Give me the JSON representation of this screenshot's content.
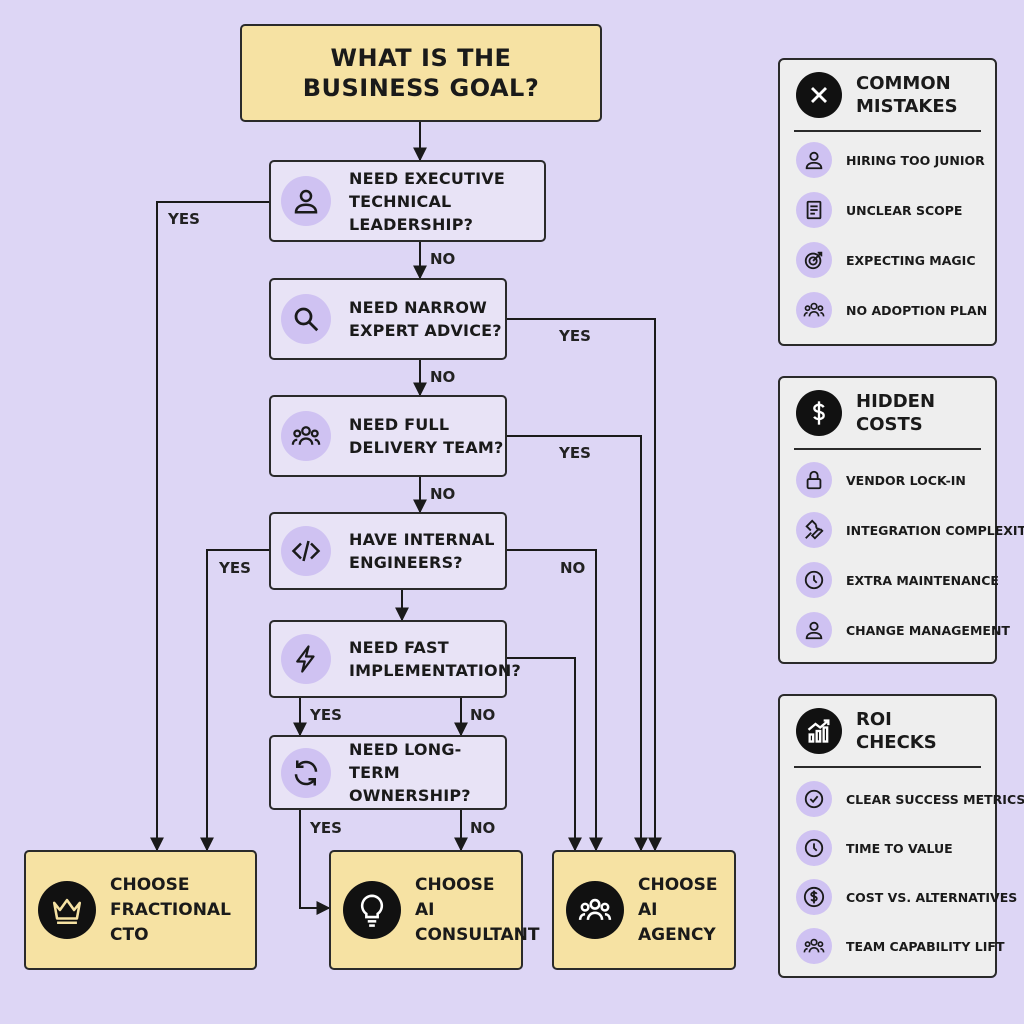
{
  "start": {
    "line1": "WHAT IS THE",
    "line2": "BUSINESS GOAL?"
  },
  "questions": [
    {
      "line1": "NEED EXECUTIVE",
      "line2": "TECHNICAL LEADERSHIP?",
      "icon": "person-icon"
    },
    {
      "line1": "NEED NARROW",
      "line2": "EXPERT ADVICE?",
      "icon": "search-icon"
    },
    {
      "line1": "NEED FULL",
      "line2": "DELIVERY TEAM?",
      "icon": "team-icon"
    },
    {
      "line1": "HAVE INTERNAL",
      "line2": "ENGINEERS?",
      "icon": "code-icon"
    },
    {
      "line1": "NEED FAST",
      "line2": "IMPLEMENTATION?",
      "icon": "lightning-icon"
    },
    {
      "line1": "NEED LONG-TERM",
      "line2": "OWNERSHIP?",
      "icon": "refresh-icon"
    }
  ],
  "outcomes": [
    {
      "line1": "CHOOSE",
      "line2": "FRACTIONAL CTO",
      "icon": "crown-icon"
    },
    {
      "line1": "CHOOSE",
      "line2": "AI CONSULTANT",
      "icon": "lightbulb-icon"
    },
    {
      "line1": "CHOOSE",
      "line2": "AI AGENCY",
      "icon": "team-icon"
    }
  ],
  "edge_labels": {
    "yes": "YES",
    "no": "NO"
  },
  "panels": [
    {
      "title1": "COMMON",
      "title2": "MISTAKES",
      "icon": "x-icon",
      "items": [
        {
          "label": "HIRING TOO JUNIOR",
          "icon": "person-icon"
        },
        {
          "label": "UNCLEAR SCOPE",
          "icon": "document-icon"
        },
        {
          "label": "EXPECTING MAGIC",
          "icon": "target-icon"
        },
        {
          "label": "NO ADOPTION PLAN",
          "icon": "team-icon"
        }
      ]
    },
    {
      "title1": "HIDDEN",
      "title2": "COSTS",
      "icon": "dollar-icon",
      "items": [
        {
          "label": "VENDOR LOCK-IN",
          "icon": "lock-icon"
        },
        {
          "label": "INTEGRATION COMPLEXITY",
          "icon": "wrench-icon"
        },
        {
          "label": "EXTRA MAINTENANCE",
          "icon": "clock-icon"
        },
        {
          "label": "CHANGE MANAGEMENT",
          "icon": "person-icon"
        }
      ]
    },
    {
      "title1": "ROI",
      "title2": "CHECKS",
      "icon": "chart-icon",
      "items": [
        {
          "label": "CLEAR SUCCESS METRICS",
          "icon": "check-icon"
        },
        {
          "label": "TIME TO VALUE",
          "icon": "clock-icon"
        },
        {
          "label": "COST VS. ALTERNATIVES",
          "icon": "dollar-icon"
        },
        {
          "label": "TEAM CAPABILITY LIFT",
          "icon": "team-icon"
        }
      ]
    }
  ],
  "colors": {
    "background": "#ddd6f5",
    "accent_box": "#f6e2a3",
    "icon_circle": "#cfc2f2"
  }
}
